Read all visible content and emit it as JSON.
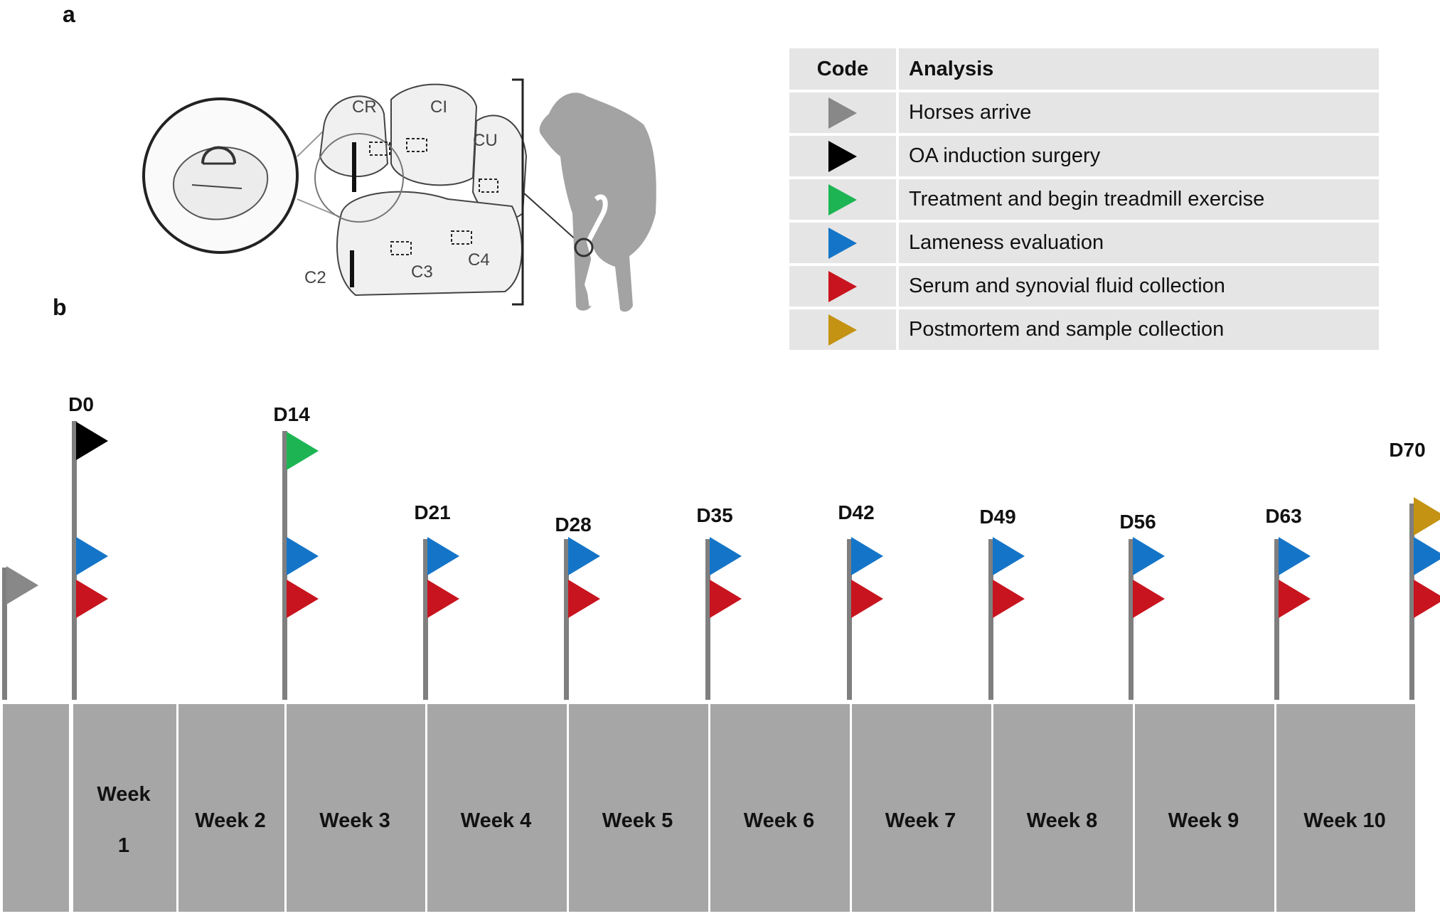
{
  "panels": {
    "a": "a",
    "b": "b"
  },
  "legend": {
    "header_code": "Code",
    "header_analysis": "Analysis",
    "rows": [
      {
        "color": "#888888",
        "label": "Horses arrive"
      },
      {
        "color": "#000000",
        "label": "OA induction surgery"
      },
      {
        "color": "#1db554",
        "label": "Treatment and begin treadmill exercise"
      },
      {
        "color": "#1475c8",
        "label": "Lameness evaluation"
      },
      {
        "color": "#c8141e",
        "label": "Serum and synovial fluid collection"
      },
      {
        "color": "#c49313",
        "label": "Postmortem and sample collection"
      }
    ]
  },
  "illustration": {
    "bone_labels": [
      "CR",
      "CI",
      "CU",
      "C2",
      "C3",
      "C4"
    ],
    "icons": [
      "carpal-joint-icon",
      "horse-silhouette-icon"
    ]
  },
  "timeline": {
    "weeks": [
      "Week 1",
      "Week 2",
      "Week 3",
      "Week 4",
      "Week 5",
      "Week 6",
      "Week 7",
      "Week 8",
      "Week 9",
      "Week 10"
    ],
    "week1_lines": [
      "Week",
      "1"
    ],
    "poles": [
      {
        "day": "",
        "flags": [
          "#888888"
        ]
      },
      {
        "day": "D0",
        "flags": [
          "#000000",
          "#1475c8",
          "#c8141e"
        ]
      },
      {
        "day": "D14",
        "flags": [
          "#1db554",
          "#1475c8",
          "#c8141e"
        ]
      },
      {
        "day": "D21",
        "flags": [
          "#1475c8",
          "#c8141e"
        ]
      },
      {
        "day": "D28",
        "flags": [
          "#1475c8",
          "#c8141e"
        ]
      },
      {
        "day": "D35",
        "flags": [
          "#1475c8",
          "#c8141e"
        ]
      },
      {
        "day": "D42",
        "flags": [
          "#1475c8",
          "#c8141e"
        ]
      },
      {
        "day": "D49",
        "flags": [
          "#1475c8",
          "#c8141e"
        ]
      },
      {
        "day": "D56",
        "flags": [
          "#1475c8",
          "#c8141e"
        ]
      },
      {
        "day": "D63",
        "flags": [
          "#1475c8",
          "#c8141e"
        ]
      },
      {
        "day": "D70",
        "flags": [
          "#c49313",
          "#1475c8",
          "#c8141e"
        ]
      }
    ]
  }
}
